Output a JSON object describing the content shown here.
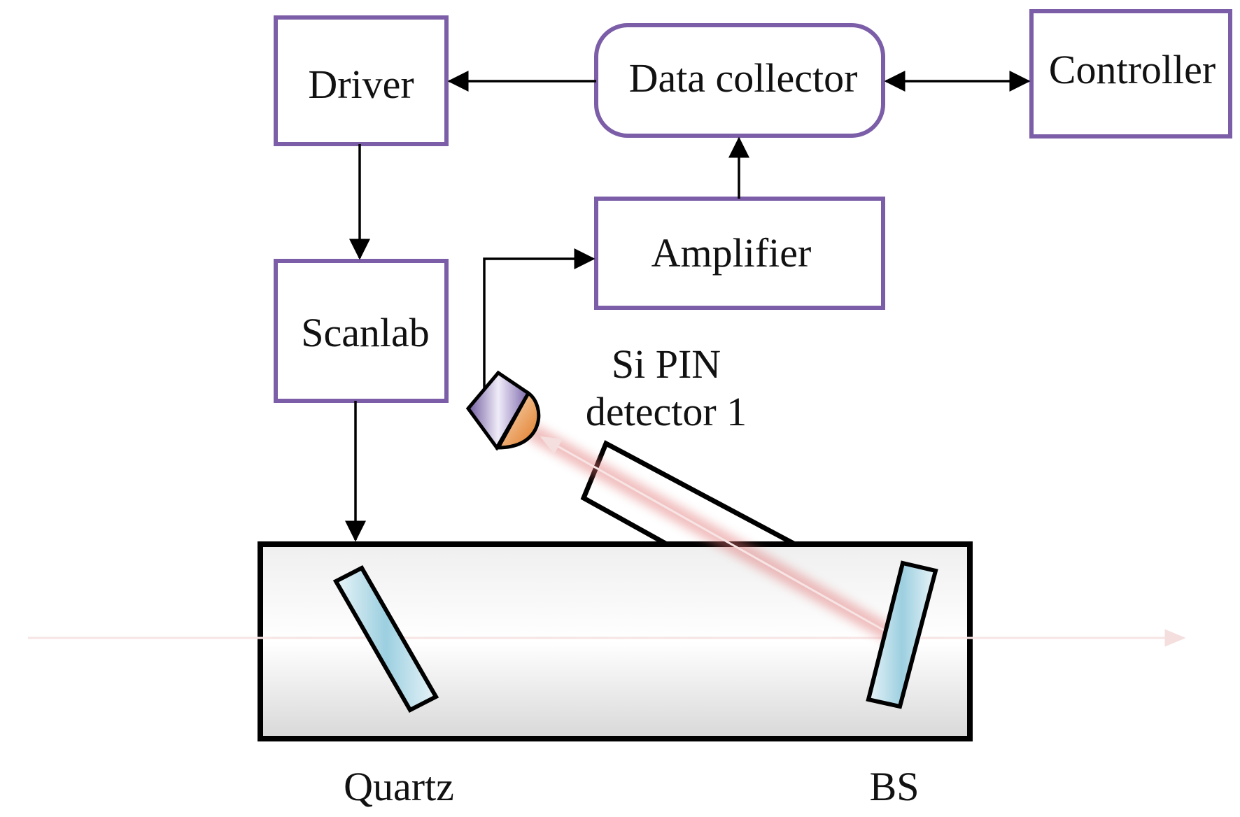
{
  "blocks": {
    "driver": "Driver",
    "data_collector": "Data collector",
    "controller": "Controller",
    "amplifier": "Amplifier",
    "scanlab": "Scanlab"
  },
  "detector": {
    "line1": "Si PIN",
    "line2": "detector 1"
  },
  "optics": {
    "quartz": "Quartz",
    "bs": "BS"
  },
  "colors": {
    "box_border": "#7b5ea7",
    "laser_beam": "#e07070",
    "optic_glass": "#a9d6e5",
    "cell_fill": "#e3e3e3",
    "detector_body": "#8e7cb8",
    "detector_face": "#e8802a"
  }
}
